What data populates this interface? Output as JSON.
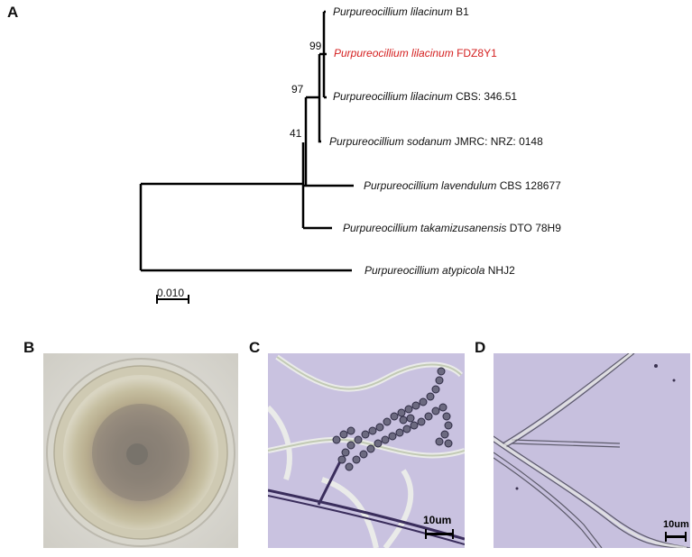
{
  "panels": {
    "a": "A",
    "b": "B",
    "c": "C",
    "d": "D"
  },
  "tree": {
    "taxa": [
      {
        "genus": "Purpureocillium lilacinum",
        "strain": "B1"
      },
      {
        "genus": "Purpureocillium lilacinum",
        "strain": "FDZ8Y1",
        "highlight_color": "#d42020"
      },
      {
        "genus": "Purpureocillium lilacinum",
        "strain": "CBS: 346.51"
      },
      {
        "genus": "Purpureocillium sodanum",
        "strain": "JMRC: NRZ: 0148"
      },
      {
        "genus": "Purpureocillium lavendulum",
        "strain": "CBS 128677"
      },
      {
        "genus": "Purpureocillium takamizusanensis",
        "strain": "DTO 78H9"
      },
      {
        "genus": "Purpureocillium atypicola",
        "strain": "NHJ2"
      }
    ],
    "bootstrap": [
      "99",
      "97",
      "41"
    ],
    "scale_label": "0.010"
  },
  "micrographs": {
    "c_scale": "10um",
    "d_scale": "10um"
  }
}
